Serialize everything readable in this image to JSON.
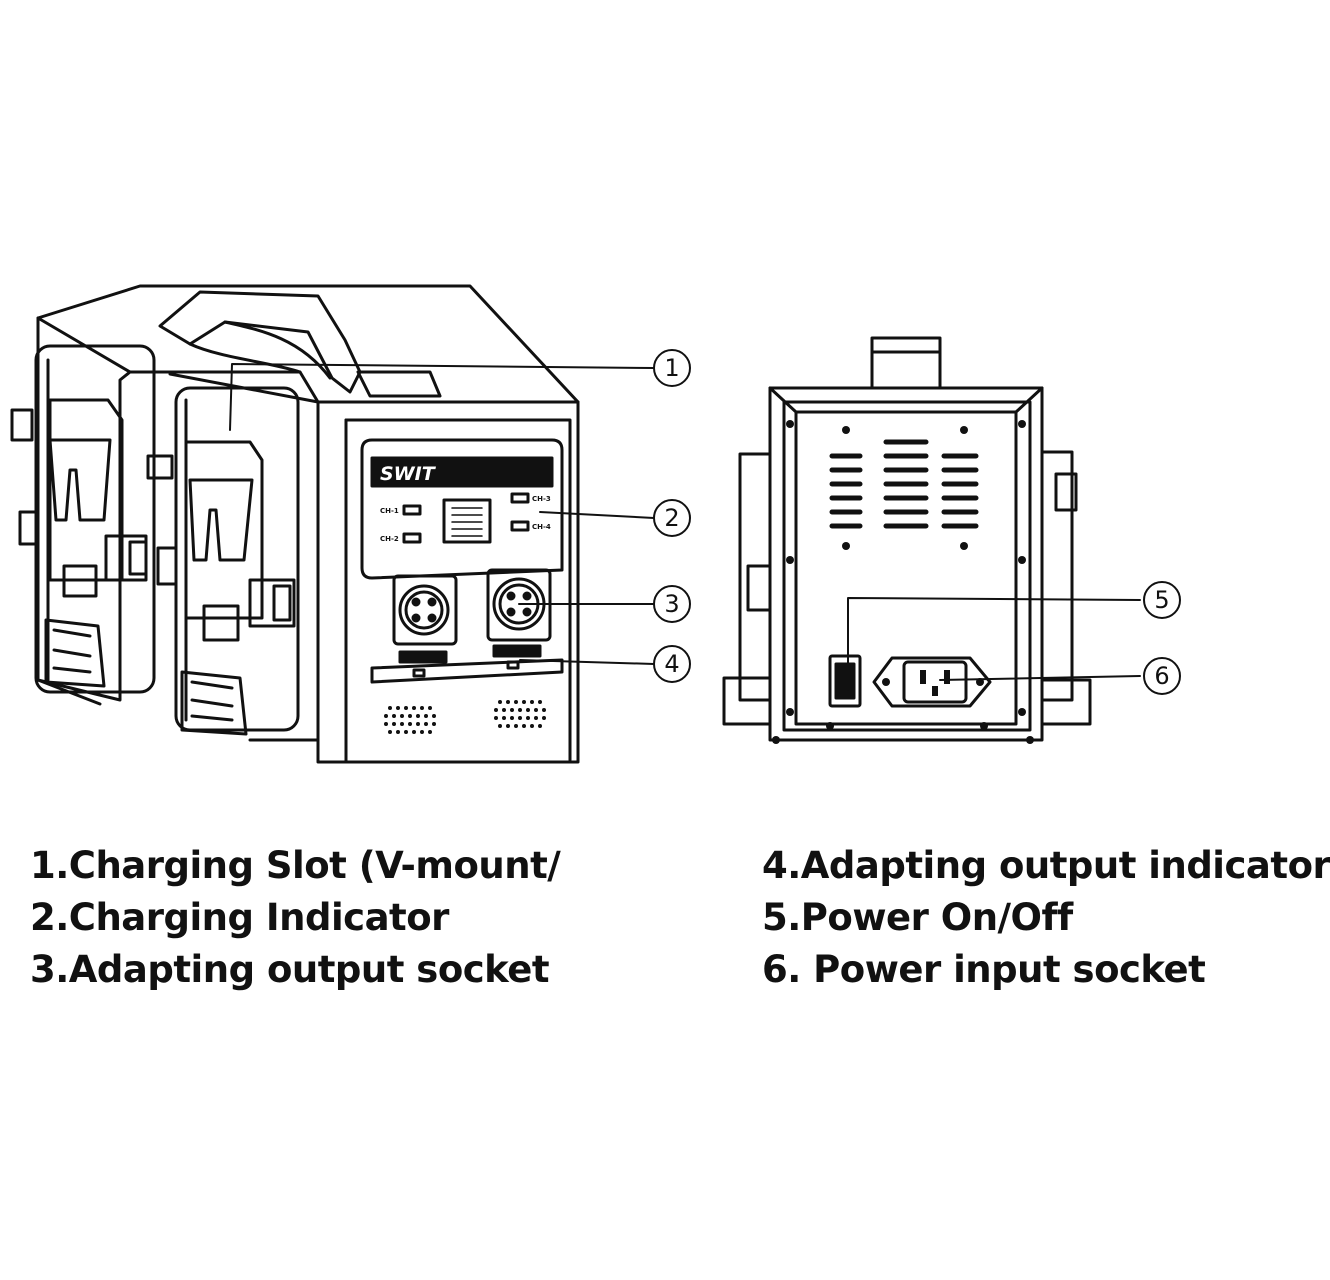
{
  "brand": "SWIT",
  "front_panel": {
    "channels": [
      "CH-1",
      "CH-2",
      "CH-3",
      "CH-4"
    ]
  },
  "callouts": [
    "1",
    "2",
    "3",
    "4",
    "5",
    "6"
  ],
  "legend": {
    "left": [
      "1.Charging Slot (V-mount/",
      "2.Charging Indicator",
      "3.Adapting output socket"
    ],
    "right": [
      "4.Adapting output indicator",
      "5.Power On/Off",
      "6. Power input socket"
    ]
  }
}
